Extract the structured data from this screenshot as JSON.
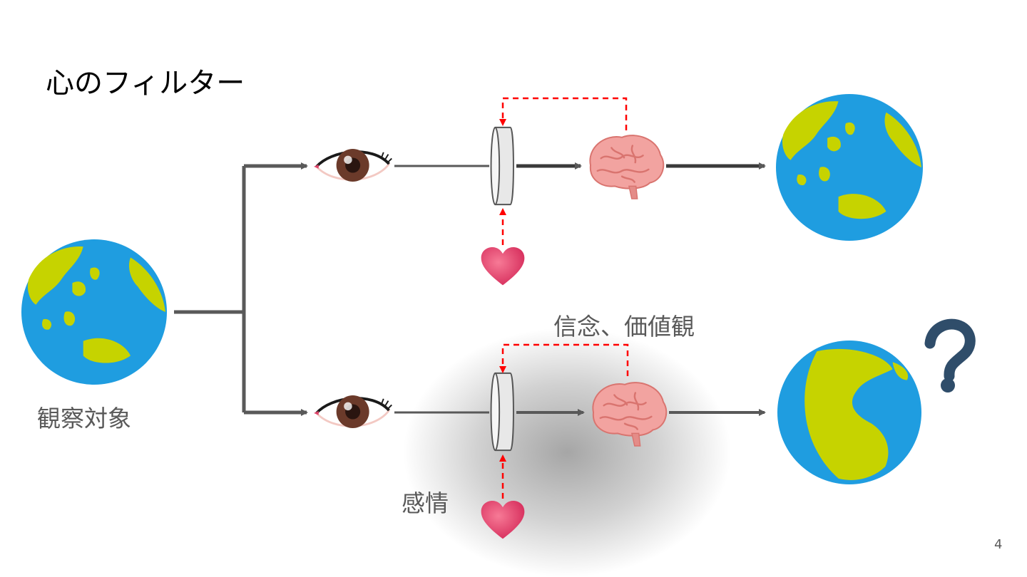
{
  "slide": {
    "title": "心のフィルター",
    "page_number": "4"
  },
  "labels": {
    "observed_object": "観察対象",
    "beliefs_values": "信念、価値観",
    "emotion": "感情"
  },
  "colors": {
    "flow_arrow": "#595959",
    "feedback_arrow": "#ff0000",
    "ocean": "#1f9de0",
    "land": "#c6d300",
    "brain": "#f2a3a0",
    "heart": "#e0436a",
    "iris": "#6b3a2a",
    "question_mark": "#2f4d6a"
  },
  "icons": [
    "earth-globe-icon",
    "eye-icon",
    "filter-lens-icon",
    "brain-icon",
    "heart-icon",
    "question-mark-icon"
  ]
}
